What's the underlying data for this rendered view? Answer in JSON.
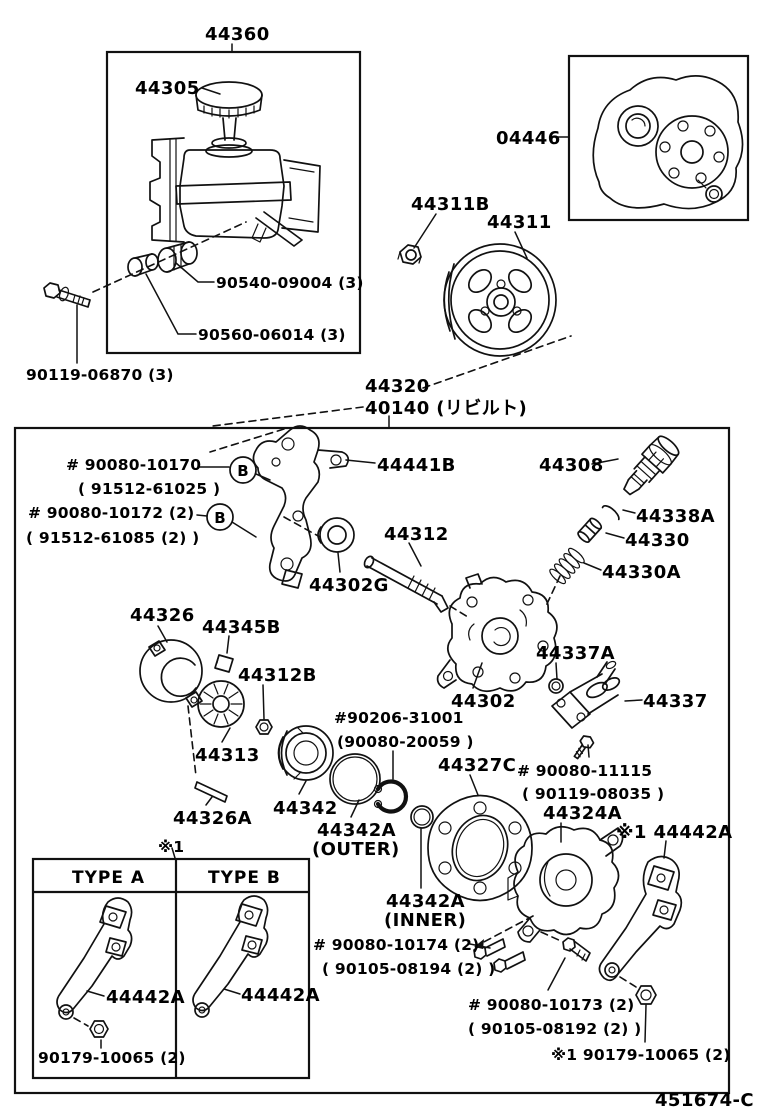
{
  "diagram": {
    "drawing_code": "451674-C",
    "connector_symbol": "B"
  },
  "labels": {
    "l44360": "44360",
    "l44305": "44305",
    "l90540": "90540-09004 (3)",
    "l90560": "90560-06014 (3)",
    "l90119": "90119-06870 (3)",
    "l04446": "04446",
    "l44311b": "44311B",
    "l44311": "44311",
    "l44320": "44320",
    "l40140": "40140 (リビルト)",
    "l90080_10170": "# 90080-10170",
    "l91512_61025": "( 91512-61025 )",
    "l90080_10172": "# 90080-10172 (2)",
    "l91512_61085": "( 91512-61085 (2) )",
    "lB": "B",
    "l44441b": "44441B",
    "l44308": "44308",
    "l44338a": "44338A",
    "l44330": "44330",
    "l44330a": "44330A",
    "l44312": "44312",
    "l44302g": "44302G",
    "l44326": "44326",
    "l44345b": "44345B",
    "l44312b": "44312B",
    "l44313": "44313",
    "l44302": "44302",
    "l44337a": "44337A",
    "l44337": "44337",
    "l90206_31001": "#90206-31001",
    "l90080_20059": "(90080-20059 )",
    "l44327c": "44327C",
    "l90080_11115": "# 90080-11115",
    "l90119_08035": "( 90119-08035 )",
    "l44324a": "44324A",
    "lstar_44442a": "※1 44442A",
    "l44326a": "44326A",
    "l44342": "44342",
    "l44342a_outer": "44342A",
    "louter": "(OUTER)",
    "l44342a_inner": "44342A",
    "linner": "(INNER)",
    "lstar1": "※1",
    "l90080_10174": "# 90080-10174 (2)",
    "l90105_08194": "( 90105-08194 (2) )",
    "l90080_10173": "# 90080-10173 (2)",
    "l90105_08192": "( 90105-08192 (2) )",
    "lstar_90179": "※1 90179-10065 (2)",
    "l90179_a": "90179-10065 (2)",
    "l44442a_a": "44442A",
    "l44442a_b": "44442A",
    "lcode": "451674-C"
  },
  "table": {
    "type_a_header": "TYPE A",
    "type_b_header": "TYPE B"
  }
}
